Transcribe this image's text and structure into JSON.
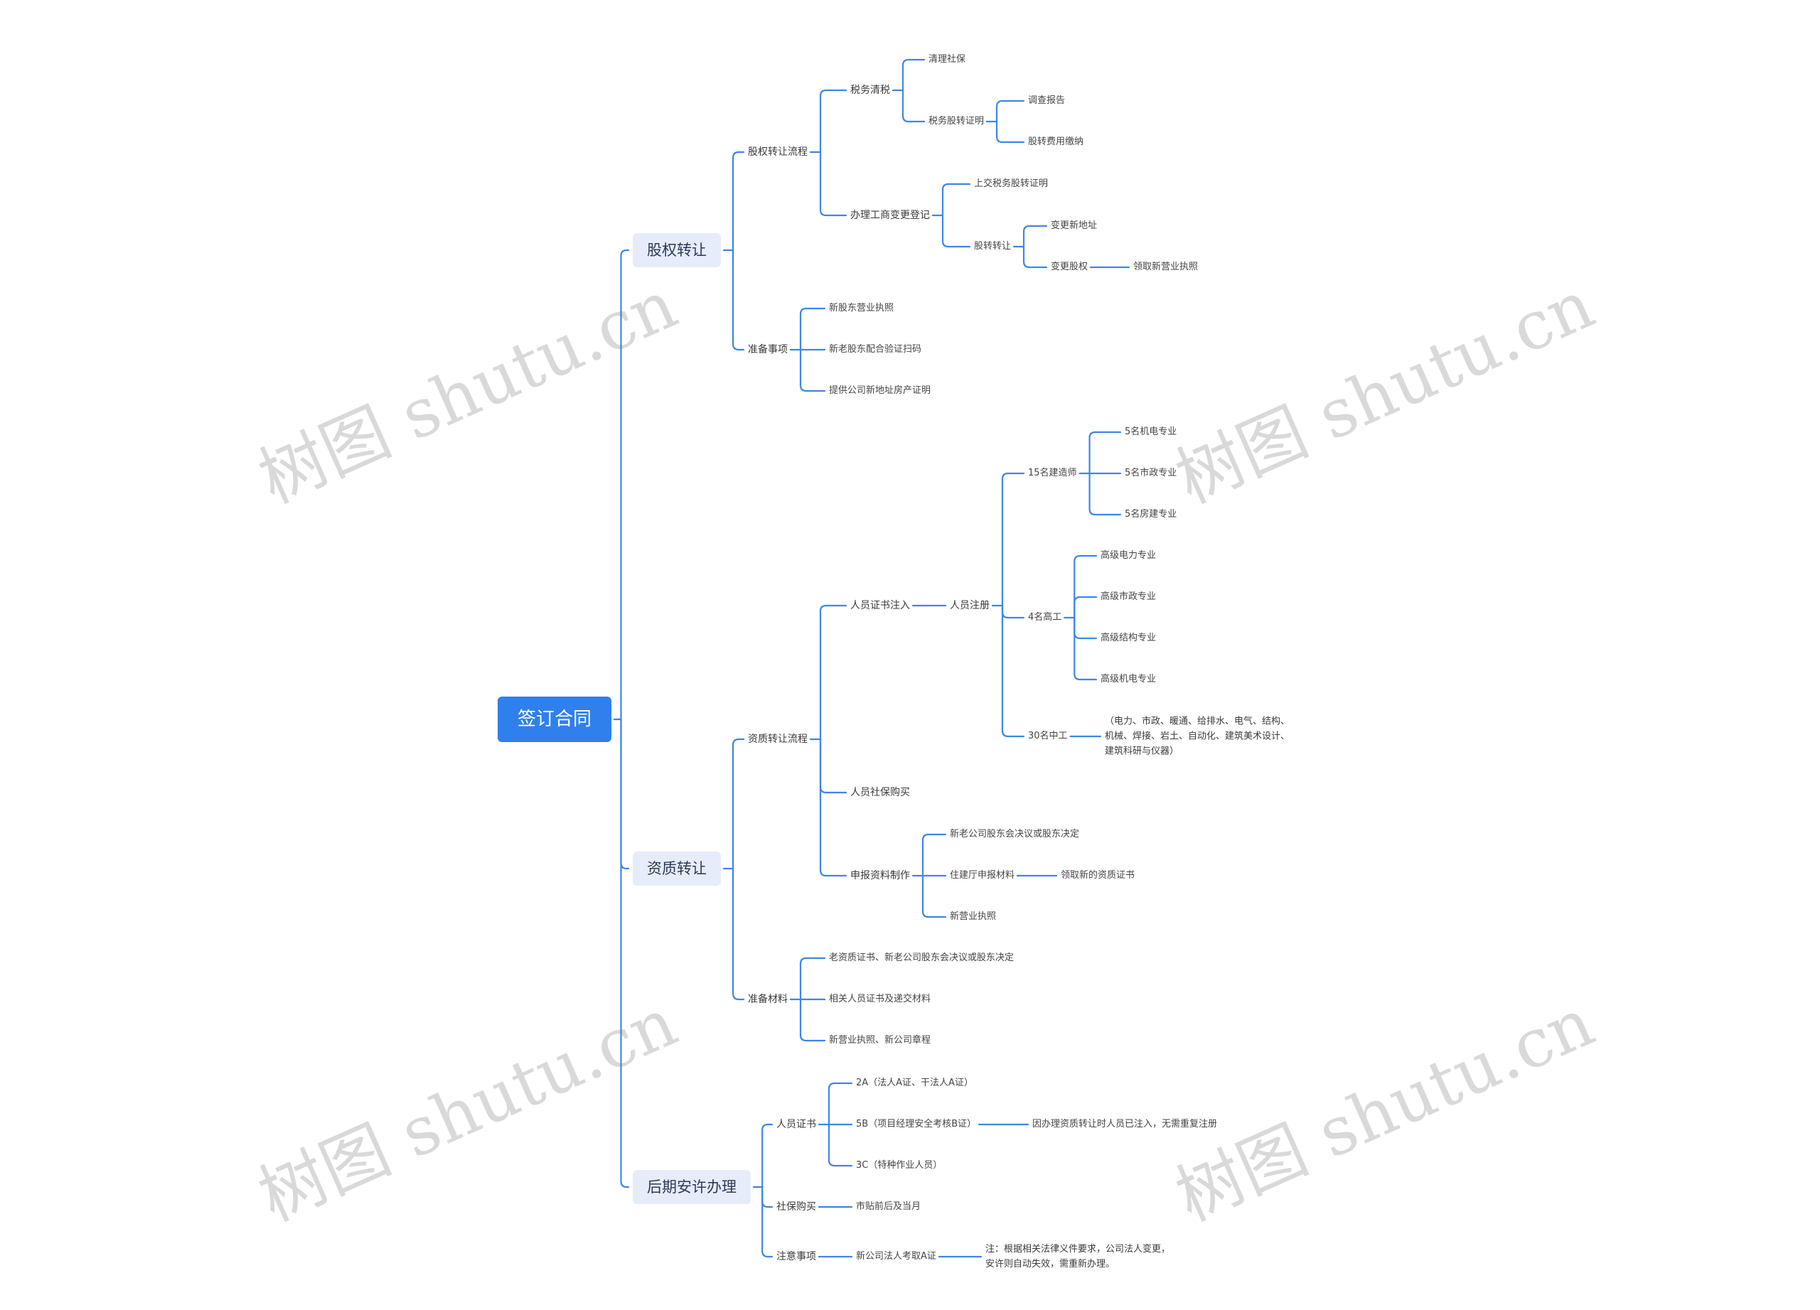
{
  "root": "签订合同",
  "branches": [
    {
      "label": "股权转让",
      "children": [
        {
          "label": "股权转让流程",
          "children": [
            {
              "label": "税务清税",
              "children": [
                {
                  "label": "清理社保"
                },
                {
                  "label": "税务股转证明",
                  "children": [
                    {
                      "label": "调查报告"
                    },
                    {
                      "label": "股转费用缴纳"
                    }
                  ]
                }
              ]
            },
            {
              "label": "办理工商变更登记",
              "children": [
                {
                  "label": "上交税务股转证明"
                },
                {
                  "label": "股转转让",
                  "children": [
                    {
                      "label": "变更新地址"
                    },
                    {
                      "label": "变更股权",
                      "children": [
                        {
                          "label": "领取新营业执照"
                        }
                      ]
                    }
                  ]
                }
              ]
            }
          ]
        },
        {
          "label": "准备事项",
          "children": [
            {
              "label": "新股东营业执照"
            },
            {
              "label": "新老股东配合验证扫码"
            },
            {
              "label": "提供公司新地址房产证明"
            }
          ]
        }
      ]
    },
    {
      "label": "资质转让",
      "children": [
        {
          "label": "资质转让流程",
          "children": [
            {
              "label": "人员证书注入",
              "children": [
                {
                  "label": "人员注册",
                  "children": [
                    {
                      "label": "15名建造师",
                      "children": [
                        {
                          "label": "5名机电专业"
                        },
                        {
                          "label": "5名市政专业"
                        },
                        {
                          "label": "5名房建专业"
                        }
                      ]
                    },
                    {
                      "label": "4名高工",
                      "children": [
                        {
                          "label": "高级电力专业"
                        },
                        {
                          "label": "高级市政专业"
                        },
                        {
                          "label": "高级结构专业"
                        },
                        {
                          "label": "高级机电专业"
                        }
                      ]
                    },
                    {
                      "label": "30名中工",
                      "children": [
                        {
                          "label": "（电力、市政、暖通、给排水、电气、结构、\n机械、焊接、岩土、自动化、建筑美术设计、\n建筑科研与仪器）"
                        }
                      ]
                    }
                  ]
                }
              ]
            },
            {
              "label": "人员社保购买"
            },
            {
              "label": "申报资料制作",
              "children": [
                {
                  "label": "新老公司股东会决议或股东决定"
                },
                {
                  "label": "住建厅申报材料",
                  "children": [
                    {
                      "label": "领取新的资质证书"
                    }
                  ]
                },
                {
                  "label": "新营业执照"
                }
              ]
            }
          ]
        },
        {
          "label": "准备材料",
          "children": [
            {
              "label": "老资质证书、新老公司股东会决议或股东决定"
            },
            {
              "label": "相关人员证书及递交材料"
            },
            {
              "label": "新营业执照、新公司章程"
            }
          ]
        }
      ]
    },
    {
      "label": "后期安许办理",
      "children": [
        {
          "label": "人员证书",
          "children": [
            {
              "label": "2A（法人A证、干法人A证）"
            },
            {
              "label": "5B（项目经理安全考核B证）",
              "children": [
                {
                  "label": "因办理资质转让时人员已注入，无需重复注册"
                }
              ]
            },
            {
              "label": "3C（特种作业人员）"
            }
          ]
        },
        {
          "label": "社保购买",
          "children": [
            {
              "label": "市贴前后及当月"
            }
          ]
        },
        {
          "label": "注意事项",
          "children": [
            {
              "label": "新公司法人考取A证",
              "children": [
                {
                  "label": "注：根据相关法律义件要求，公司法人变更，\n安许则自动失效，需重新办理。"
                }
              ]
            }
          ]
        }
      ]
    }
  ],
  "watermarks": [
    "树图 shutu.cn",
    "树图 shutu.cn",
    "树图 shutu.cn",
    "树图 shutu.cn"
  ],
  "colors": {
    "line": "#3d86e8",
    "root_bg": "#2f80ed",
    "branch_bg": "#e7ecfb"
  }
}
